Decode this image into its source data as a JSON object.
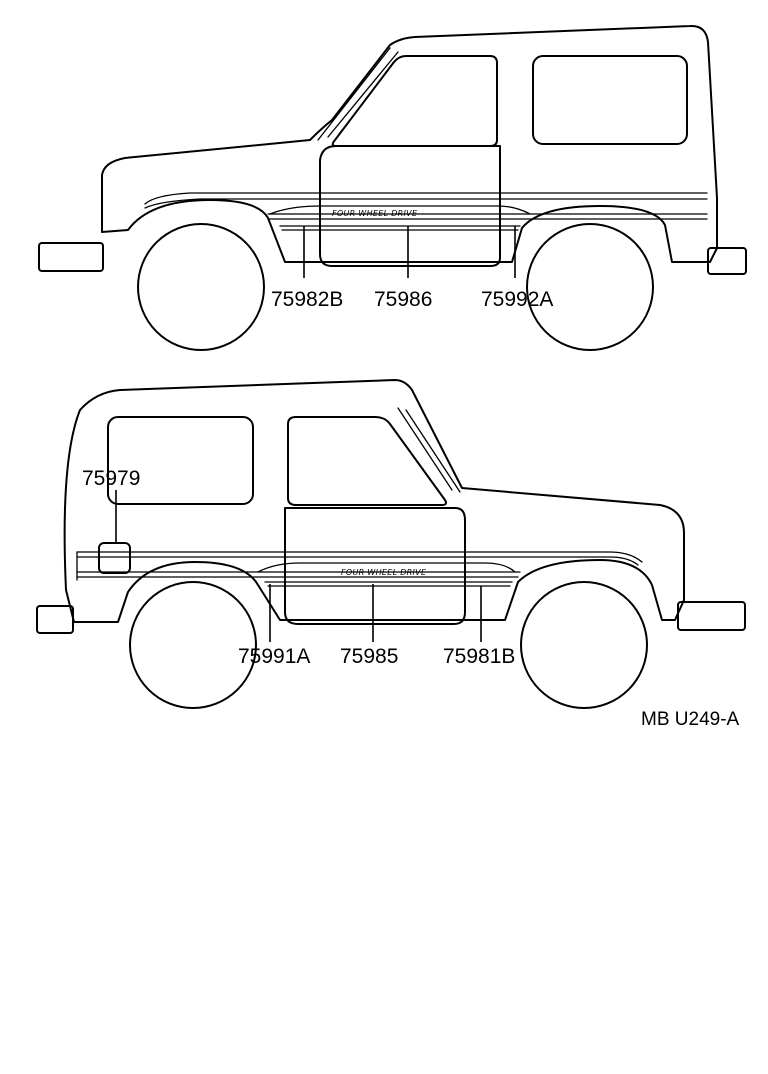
{
  "decal_text": "FOUR WHEEL DRIVE",
  "top_view": {
    "callouts": [
      "75982B",
      "75986",
      "75992A"
    ]
  },
  "bottom_view": {
    "callouts": [
      "75979",
      "75991A",
      "75985",
      "75981B"
    ]
  },
  "figure_code": "MB U249-A"
}
